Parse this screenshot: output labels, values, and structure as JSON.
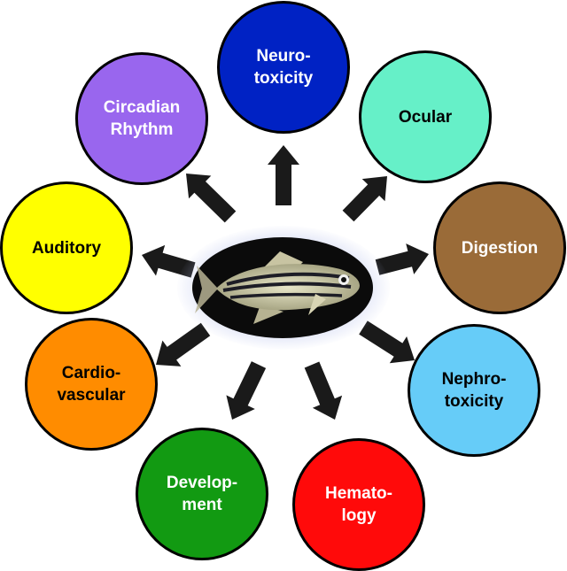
{
  "center": {
    "icon": "zebrafish-icon"
  },
  "nodes": [
    {
      "id": "neurotoxicity",
      "label": "Neuro-\ntoxicity",
      "fill": "#0022c4",
      "text_color": "#ffffff"
    },
    {
      "id": "ocular",
      "label": "Ocular",
      "fill": "#66f0c8",
      "text_color": "#000000"
    },
    {
      "id": "digestion",
      "label": "Digestion",
      "fill": "#9a6b38",
      "text_color": "#ffffff"
    },
    {
      "id": "nephrotoxicity",
      "label": "Nephro-\ntoxicity",
      "fill": "#66ccf8",
      "text_color": "#000000"
    },
    {
      "id": "hematology",
      "label": "Hemato-\nlogy",
      "fill": "#ff0a0a",
      "text_color": "#ffffff"
    },
    {
      "id": "development",
      "label": "Develop-\nment",
      "fill": "#129a12",
      "text_color": "#ffffff"
    },
    {
      "id": "cardiovascular",
      "label": "Cardio-\nvascular",
      "fill": "#ff8c00",
      "text_color": "#000000"
    },
    {
      "id": "auditory",
      "label": "Auditory",
      "fill": "#ffff00",
      "text_color": "#000000"
    },
    {
      "id": "circadian-rhythm",
      "label": "Circadian\nRhythm",
      "fill": "#9966ee",
      "text_color": "#ffffff"
    }
  ],
  "arrow_color": "#1a1a1a"
}
